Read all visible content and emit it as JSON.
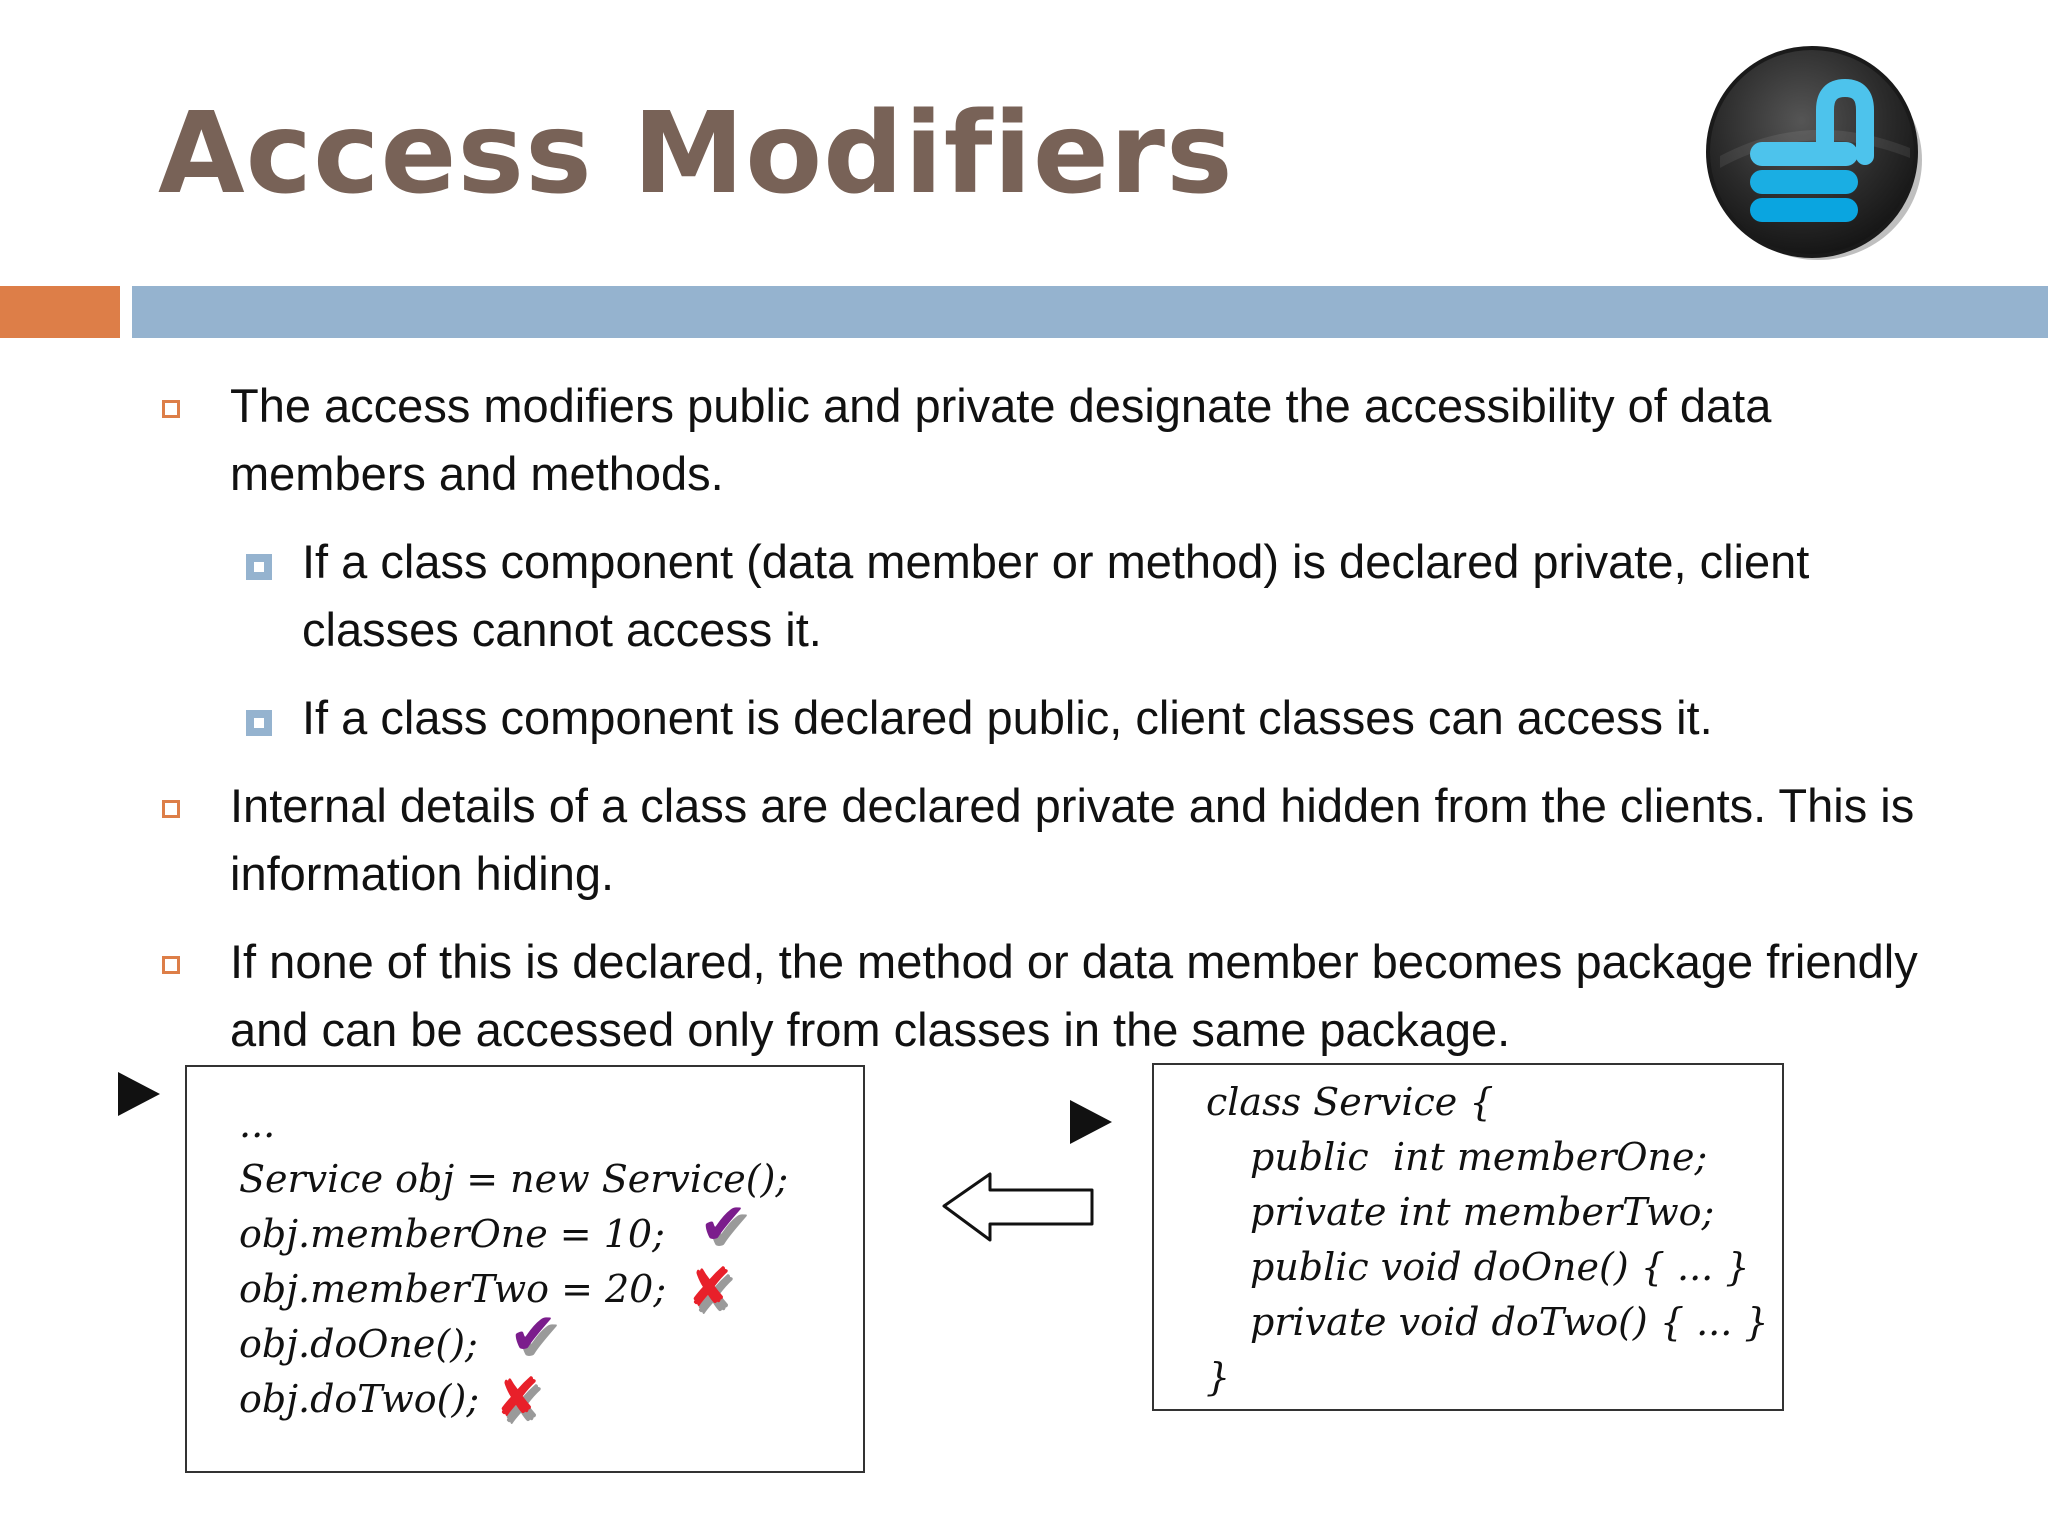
{
  "slide": {
    "title": "Access Modifiers",
    "logo_icon": "unlocked-padlock-icon",
    "colors": {
      "title": "#786257",
      "accent_orange": "#dd7e48",
      "accent_blue": "#95b3cf",
      "check": "#7b1d8c",
      "cross": "#e8202a"
    }
  },
  "bullets": [
    {
      "text": "The access modifiers public and private designate the accessibility of data members and methods.",
      "sub": [
        "If a class component (data member or method) is declared private, client classes cannot access it.",
        "If a class component is declared public, client classes can access it."
      ]
    },
    {
      "text": "Internal details of a class are declared private and hidden from the clients. This is information hiding."
    },
    {
      "text": "If none of this is declared, the method or data member becomes package friendly and can be accessed only from classes in the same package."
    }
  ],
  "diagram": {
    "client_code": [
      {
        "line": "...",
        "mark": null
      },
      {
        "line": "Service obj = new Service();",
        "mark": null
      },
      {
        "line": "obj.memberOne = 10;",
        "mark": "check"
      },
      {
        "line": "obj.memberTwo = 20;",
        "mark": "cross"
      },
      {
        "line": "obj.doOne();",
        "mark": "check"
      },
      {
        "line": "obj.doTwo();",
        "mark": "cross"
      }
    ],
    "service_code": [
      "class Service {",
      "public  int memberOne;",
      "private int memberTwo;",
      "public void doOne() { ... }",
      "private void doTwo() { ... }",
      "}"
    ],
    "check_glyph": "✔",
    "cross_glyph": "✘"
  }
}
